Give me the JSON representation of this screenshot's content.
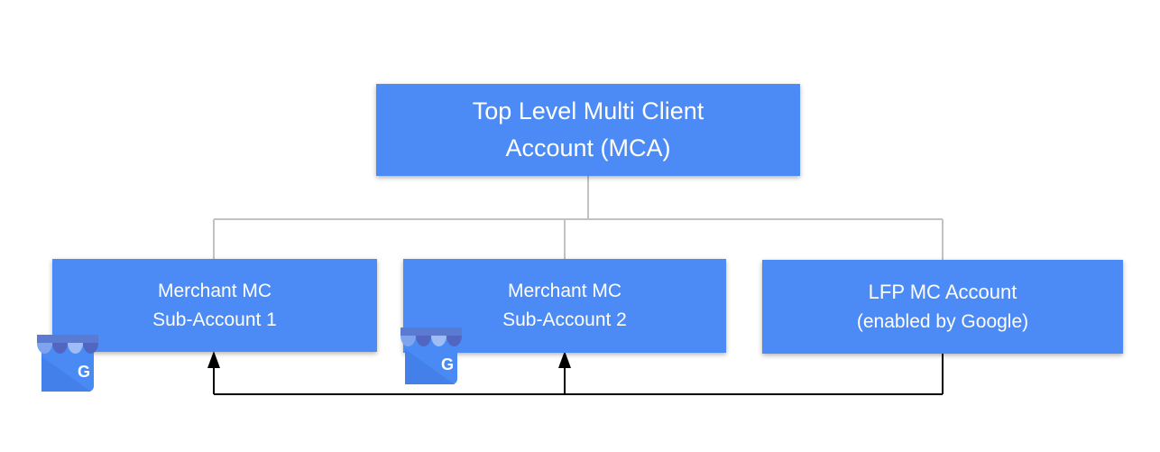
{
  "colors": {
    "page_bg": "#FFFFFF",
    "node_fill": "#4C8BF5",
    "node_text": "#FFFFFF",
    "connector": "#C2C2C2",
    "flow_arrow": "#000000",
    "icon_awning_band": "#5B7AD2",
    "icon_awning_light_a": "#7EA4F0",
    "icon_awning_dark": "#5166C1",
    "icon_awning_light_b": "#9FBCF6",
    "icon_body": "#4A8AF4",
    "icon_body_shade": "#4380EA",
    "icon_letter": "#FFFFFF"
  },
  "diagram": {
    "nodes": [
      {
        "id": "top-level-mca",
        "lines": [
          "Top Level Multi Client",
          "Account (MCA)"
        ]
      },
      {
        "id": "merchant-sub-account-1",
        "lines": [
          "Merchant MC",
          "Sub-Account 1"
        ]
      },
      {
        "id": "merchant-sub-account-2",
        "lines": [
          "Merchant MC",
          "Sub-Account 2"
        ]
      },
      {
        "id": "lfp-mc-account",
        "lines": [
          "LFP MC Account",
          "(enabled by Google)"
        ]
      }
    ],
    "icons": [
      {
        "name": "google-business-profile-icon",
        "letter": "G"
      },
      {
        "name": "google-business-profile-icon",
        "letter": "G"
      }
    ]
  }
}
